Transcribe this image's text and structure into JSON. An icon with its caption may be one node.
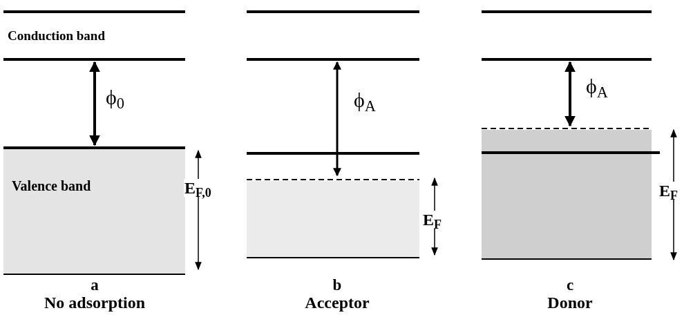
{
  "diagram": {
    "nodes": [
      {
        "text": [
          "Valence band"
        ]
      },
      {
        "text": [],
        "shape": "box"
      },
      {
        "text": [],
        "shape": "box"
      }
    ],
    "labels": [
      "Conduction band",
      "ϕ$_{0}$",
      "E$_{F,0}$",
      "a",
      "No adsorption",
      "ϕ$_{A}$",
      "E$_{F}$",
      "b",
      "Acceptor",
      "ϕ$_{A}$",
      "E$_{F}$",
      "c",
      "Donor"
    ]
  }
}
